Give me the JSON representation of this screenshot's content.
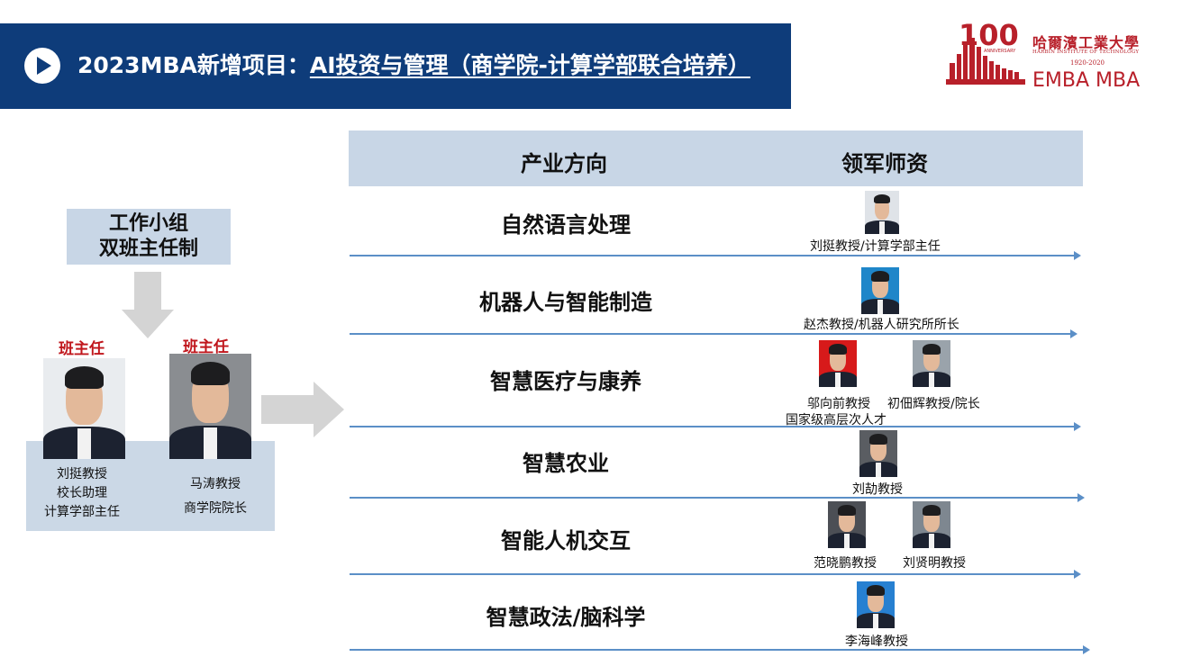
{
  "header": {
    "title_prefix": "2023MBA新增项目：",
    "title_main": "AI投资与管理（商学院-计算学部联合培养）"
  },
  "logo": {
    "number": "100",
    "anniversary": "ANNIVERSARY",
    "cn_name": "哈爾濱工業大學",
    "en_name": "HARBIN INSTITUTE OF TECHNOLOGY",
    "years": "1920-2020",
    "programs": "EMBA  MBA"
  },
  "left": {
    "team_line1": "工作小组",
    "team_line2": "双班主任制",
    "director_label_1": "班主任",
    "director_label_2": "班主任",
    "person1": {
      "line1": "刘挺教授",
      "line2": "校长助理",
      "line3": "计算学部主任"
    },
    "person2": {
      "line1": "马涛教授",
      "line2": "商学院院长"
    }
  },
  "table": {
    "col_industry": "产业方向",
    "col_faculty": "领军师资",
    "rows": [
      {
        "industry": "自然语言处理",
        "faculty": [
          "刘挺教授/计算学部主任"
        ]
      },
      {
        "industry": "机器人与智能制造",
        "faculty": [
          "赵杰教授/机器人研究所所长"
        ]
      },
      {
        "industry": "智慧医疗与康养",
        "faculty": [
          "邬向前教授",
          "初佃辉教授/院长"
        ],
        "note": "国家级高层次人才"
      },
      {
        "industry": "智慧农业",
        "faculty": [
          "刘劼教授"
        ]
      },
      {
        "industry": "智能人机交互",
        "faculty": [
          "范晓鹏教授",
          "刘贤明教授"
        ]
      },
      {
        "industry": "智慧政法/脑科学",
        "faculty": [
          "李海峰教授"
        ]
      }
    ]
  },
  "colors": {
    "banner": "#0e3c7a",
    "accent_red": "#c0161c",
    "light_blue": "#c8d6e6",
    "line_blue": "#5b8fc7"
  }
}
